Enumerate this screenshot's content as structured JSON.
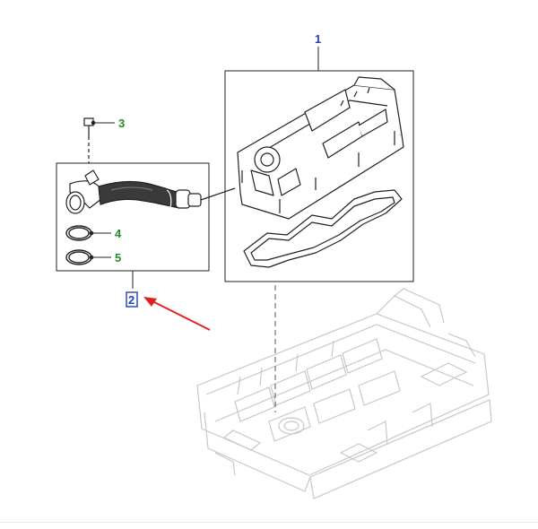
{
  "diagram": {
    "callouts": [
      {
        "id": "1",
        "label": "1",
        "color": "#1f3fbf"
      },
      {
        "id": "2",
        "label": "2",
        "color": "#1f3fbf",
        "highlighted": true
      },
      {
        "id": "3",
        "label": "3",
        "color": "#2a8a2a"
      },
      {
        "id": "4",
        "label": "4",
        "color": "#2a8a2a"
      },
      {
        "id": "5",
        "label": "5",
        "color": "#2a8a2a"
      }
    ],
    "arrow_color": "#e0201e",
    "line_color": "#222222",
    "ghost_color": "#c8c8c8"
  }
}
